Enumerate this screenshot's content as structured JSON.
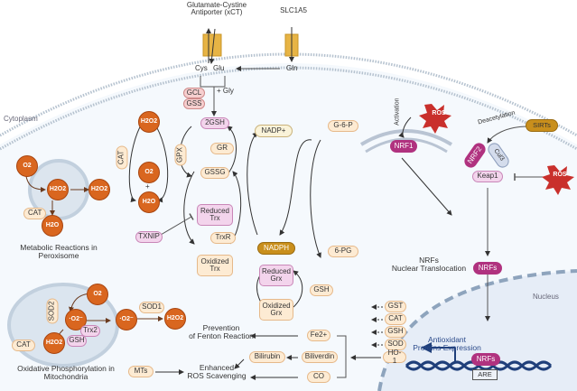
{
  "membrane": {
    "transporter1": {
      "label_line1": "Glutamate-Cystine",
      "label_line2": "Antiporter (xCT)"
    },
    "transporter2": {
      "label": "SLC1A5"
    },
    "cys": "Cys",
    "glu": "Glu",
    "gln": "Gln"
  },
  "compartments": {
    "cytoplasm": "Cytoplasm",
    "nucleus": "Nucleus"
  },
  "gsh_synthesis": {
    "gcl": "GCL",
    "gss": "GSS",
    "gly": "+ Gly"
  },
  "peroxisome": {
    "o2": "O2",
    "h2o2_a": "H2O2",
    "h2o2_b": "H2O2",
    "h2o": "H2O",
    "cat": "CAT",
    "caption_line1": "Metabolic Reactions in",
    "caption_line2": "Peroxisome"
  },
  "catalase_cycle": {
    "h2o2": "H2O2",
    "o2": "O2",
    "plus": "+",
    "h2o": "H2O",
    "cat": "CAT"
  },
  "gsh_cycle": {
    "gsh2": "2GSH",
    "gssg": "GSSG",
    "gpx": "GPX",
    "gr": "GR"
  },
  "trx_cycle": {
    "reduced_line1": "Reduced",
    "reduced_line2": "Trx",
    "oxidized_line1": "Oxidized",
    "oxidized_line2": "Trx",
    "trxr": "TrxR",
    "txnip": "TXNIP"
  },
  "grx_cycle": {
    "reduced_line1": "Reduced",
    "reduced_line2": "Grx",
    "oxidized_line1": "Oxidized",
    "oxidized_line2": "Grx",
    "gsh": "GSH"
  },
  "ppp": {
    "nadp": "NADP+",
    "nadph": "NADPH",
    "g6p": "G-6-P",
    "pg6": "6-PG"
  },
  "mitochondria": {
    "o2": "O2",
    "superoxide_a": "·O2⁻",
    "superoxide_b": "·O2⁻",
    "h2o2_a": "H2O2",
    "h2o2_b": "H2O2",
    "sod2": "SOD2",
    "sod1": "SOD1",
    "trx2": "Trx2",
    "gsh": "GSH",
    "cat": "CAT",
    "caption_line1": "Oxidative Phosphorylation in",
    "caption_line2": "Mitochondria"
  },
  "nrf1_path": {
    "ros": "ROS",
    "activation": "Activation",
    "nrf1": "NRF1"
  },
  "nrf2_path": {
    "sirts": "SIRTs",
    "deacetylation": "Deacetylation",
    "nrf2": "NRF2",
    "cul3": "Cul3",
    "keap1": "Keap1",
    "ros": "ROS"
  },
  "translocation": {
    "label_line1": "NRFs",
    "label_line2": "Nuclear Translocation",
    "nrfs": "NRFs"
  },
  "nucleus": {
    "nrfs": "NRFs",
    "are": "ARE",
    "expression_line1": "Antioxidant",
    "expression_line2": "Proteins Expression",
    "proteins": [
      "GST",
      "CAT",
      "GSH",
      "SOD",
      "HO-1"
    ]
  },
  "ho1_products": {
    "fe": "Fe2+",
    "biliverdin": "Biliverdin",
    "bilirubin": "Bilirubin",
    "co": "CO"
  },
  "outcomes": {
    "fenton_line1": "Prevention",
    "fenton_line2": "of Fenton Reaction",
    "ros_line1": "Enhanced",
    "ros_line2": "ROS Scavenging",
    "mts": "MTs"
  },
  "colors": {
    "molecule": "#d9661f",
    "enzyme_fill": "#fdebd3",
    "enzyme_stroke": "#e6b98a",
    "pink_fill": "#f3d4ec",
    "pink_stroke": "#c987b8",
    "red_fill": "#f6cfcf",
    "nadph": "#c98f1c",
    "magenta": "#b0327f",
    "ros": "#c9302c",
    "nucleus_fill": "#e6edf7"
  }
}
